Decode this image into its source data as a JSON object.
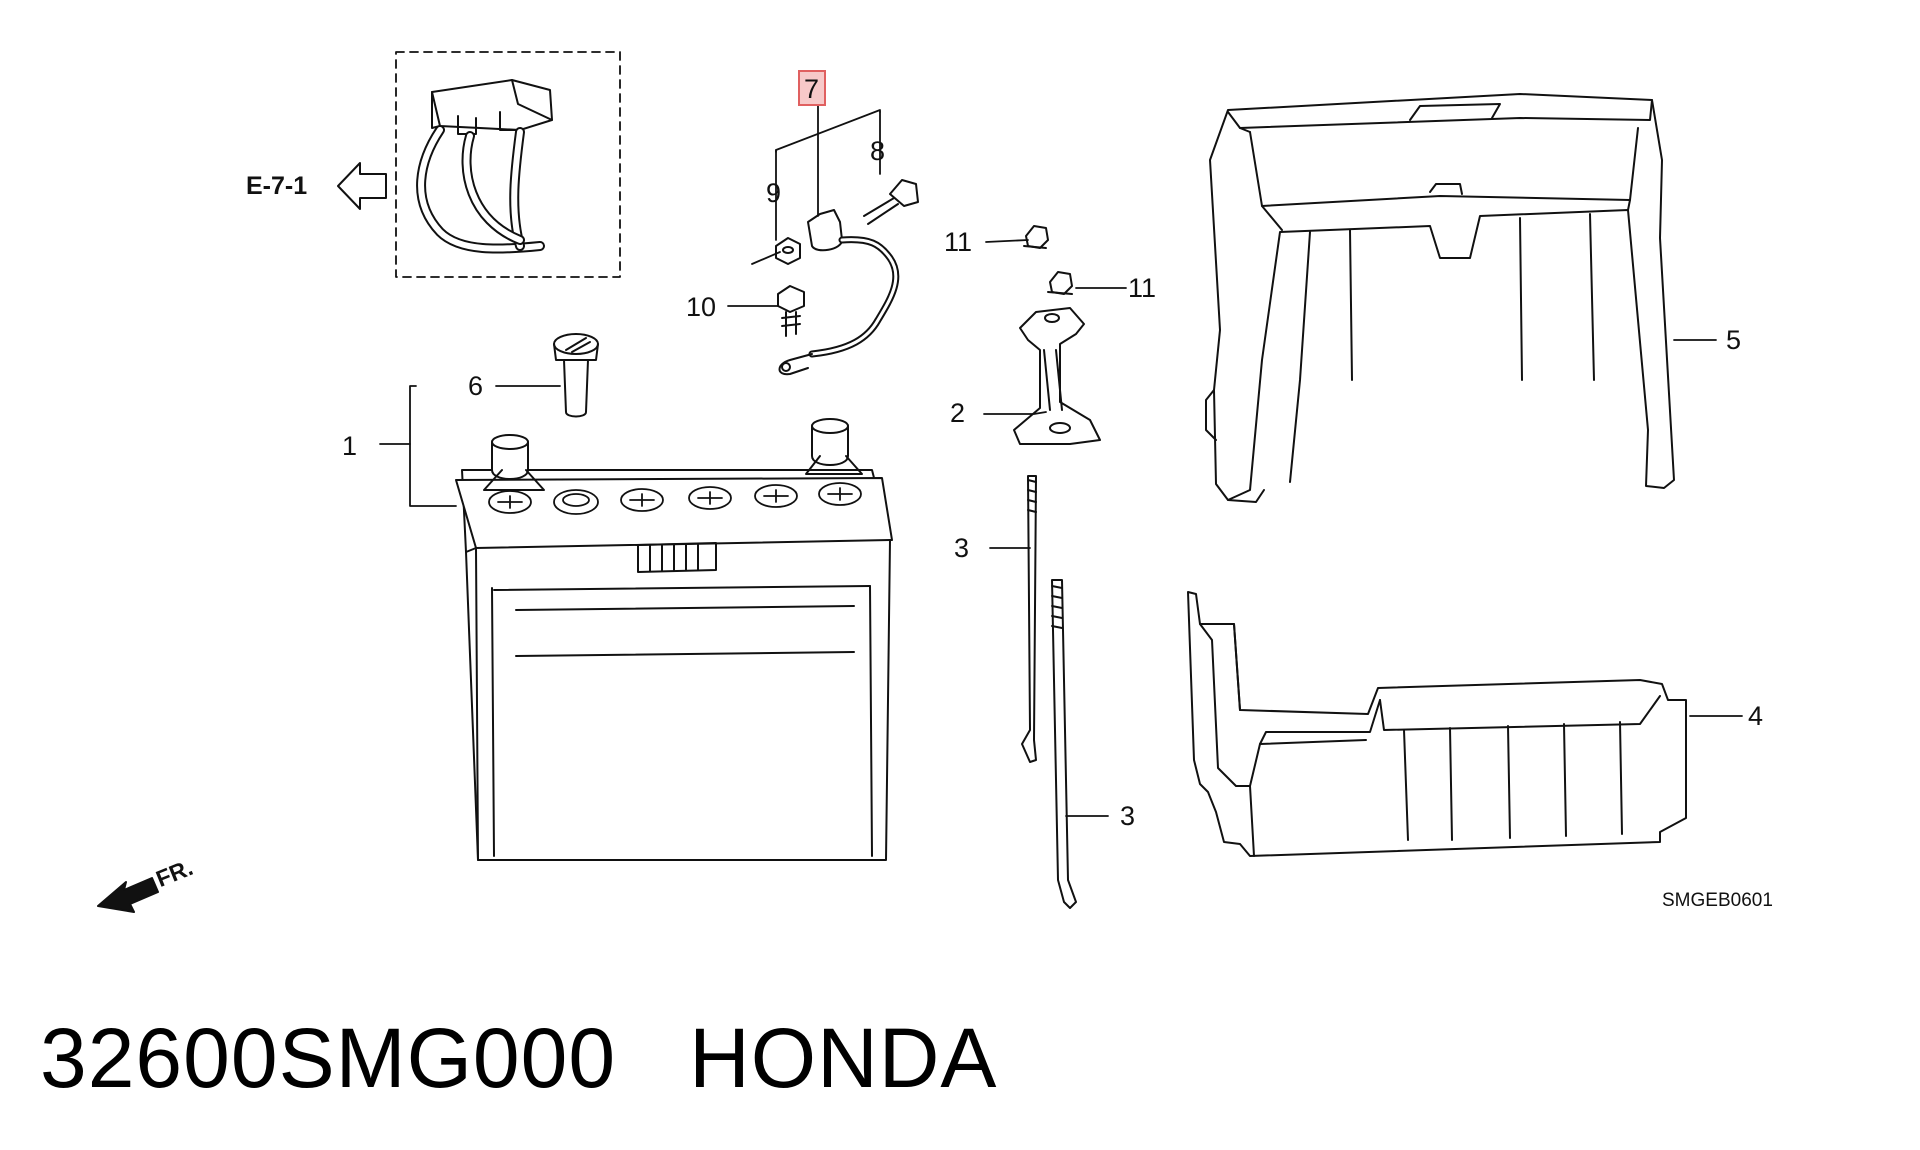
{
  "diagram": {
    "reference": "E-7-1",
    "direction": "FR.",
    "drawing_code": "SMGEB0601",
    "highlighted_callout": "7",
    "callouts": {
      "c1": "1",
      "c2": "2",
      "c3a": "3",
      "c3b": "3",
      "c4": "4",
      "c5": "5",
      "c6": "6",
      "c7": "7",
      "c8": "8",
      "c9": "9",
      "c10": "10",
      "c11a": "11",
      "c11b": "11"
    }
  },
  "caption": {
    "part_number": "32600SMG000",
    "brand": "HONDA"
  }
}
